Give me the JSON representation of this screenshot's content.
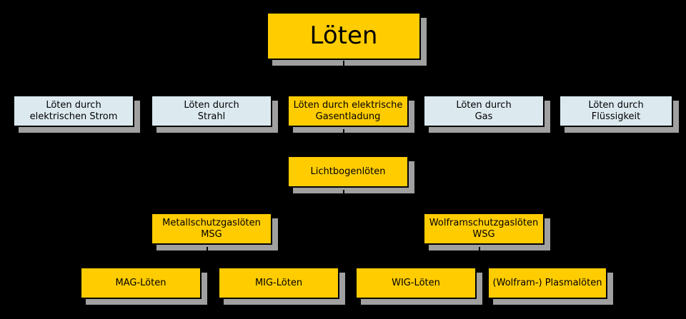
{
  "diagram": {
    "title": "Löten",
    "background_color": "#000000",
    "palette": {
      "yellow": "#FFCC00",
      "light_blue": "#DCEAF0",
      "shadow": "#A0A0A0",
      "border": "#000000",
      "text": "#000000"
    },
    "root": {
      "label": "Löten",
      "color": "yellow"
    },
    "level2": [
      {
        "label": "Löten durch\nelektrischen Strom",
        "color": "light_blue"
      },
      {
        "label": "Löten durch\nStrahl",
        "color": "light_blue"
      },
      {
        "label": "Löten durch elektrische\nGasentladung",
        "color": "yellow"
      },
      {
        "label": "Löten durch\nGas",
        "color": "light_blue"
      },
      {
        "label": "Löten durch\nFlüssigkeit",
        "color": "light_blue"
      }
    ],
    "level3": [
      {
        "label": "Lichtbogenlöten",
        "color": "yellow"
      }
    ],
    "level4": [
      {
        "label": "Metallschutzgaslöten\nMSG",
        "color": "yellow"
      },
      {
        "label": "Wolframschutzgaslöten\nWSG",
        "color": "yellow"
      }
    ],
    "level5": [
      {
        "label": "MAG-Löten",
        "color": "yellow"
      },
      {
        "label": "MIG-Löten",
        "color": "yellow"
      },
      {
        "label": "WIG-Löten",
        "color": "yellow"
      },
      {
        "label": "(Wolfram-) Plasmalöten",
        "color": "yellow"
      }
    ]
  }
}
